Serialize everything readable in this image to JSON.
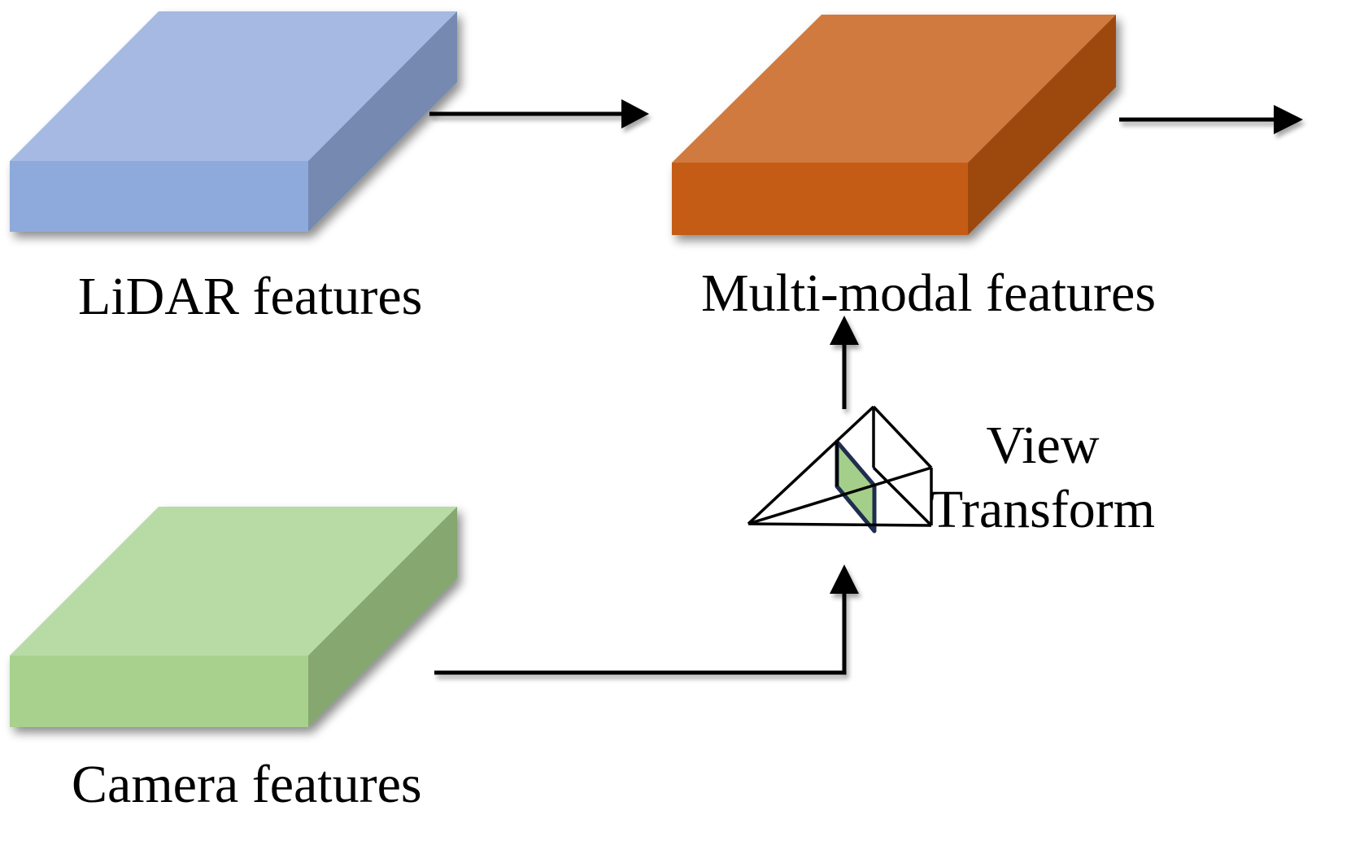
{
  "labels": {
    "lidar": "LiDAR features",
    "camera": "Camera features",
    "multimodal": "Multi-modal features",
    "view_transform_line1": "View",
    "view_transform_line2": "Transform"
  },
  "colors": {
    "lidar_top": "#a6b9e3",
    "lidar_front": "#8eaadc",
    "lidar_side": "#7489b1",
    "camera_top": "#b8dba5",
    "camera_front": "#a7d18d",
    "camera_side": "#86a770",
    "mm_top": "#d07a40",
    "mm_front": "#c55b13",
    "mm_side": "#9d4810",
    "frustum_plane": "#a4cf8a",
    "arrow": "#000000"
  }
}
